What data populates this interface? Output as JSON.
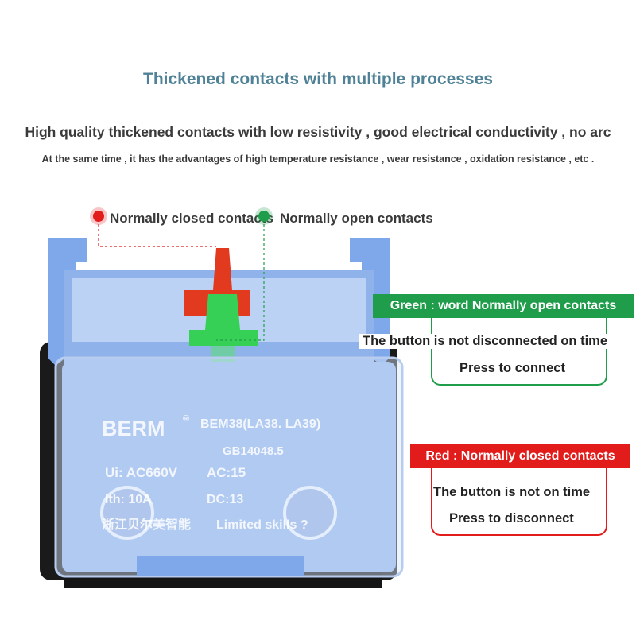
{
  "header": {
    "title": "Thickened contacts with multiple processes",
    "subtitle": "High quality thickened contacts with low resistivity , good electrical conductivity , no arc",
    "description": "At the same time , it has the advantages of high temperature resistance , wear resistance , oxidation resistance , etc ."
  },
  "legend": {
    "closed_label": "Normally closed contacts",
    "open_label": "Normally open contacts",
    "closed_color": "#e21b1b",
    "open_color": "#1f9d4a"
  },
  "callouts": {
    "green": {
      "title": "Green : word Normally open contacts",
      "line1": "The button is not disconnected on time",
      "line2": "Press to connect"
    },
    "red": {
      "title": "Red : Normally closed contacts",
      "line1": "The button is not on time",
      "line2": "Press to disconnect"
    }
  },
  "product": {
    "brand": "BERM",
    "registered": "®",
    "model": "BEM38(LA38. LA39)",
    "standard": "GB14048.5",
    "voltage": "Ui: AC660V",
    "current": "Ith: 10A",
    "ac": "AC:15",
    "dc": "DC:13",
    "maker": "浙江贝尔美智能",
    "maker_suffix": "Limited skills ?",
    "body_color": "#8fb2ea"
  }
}
